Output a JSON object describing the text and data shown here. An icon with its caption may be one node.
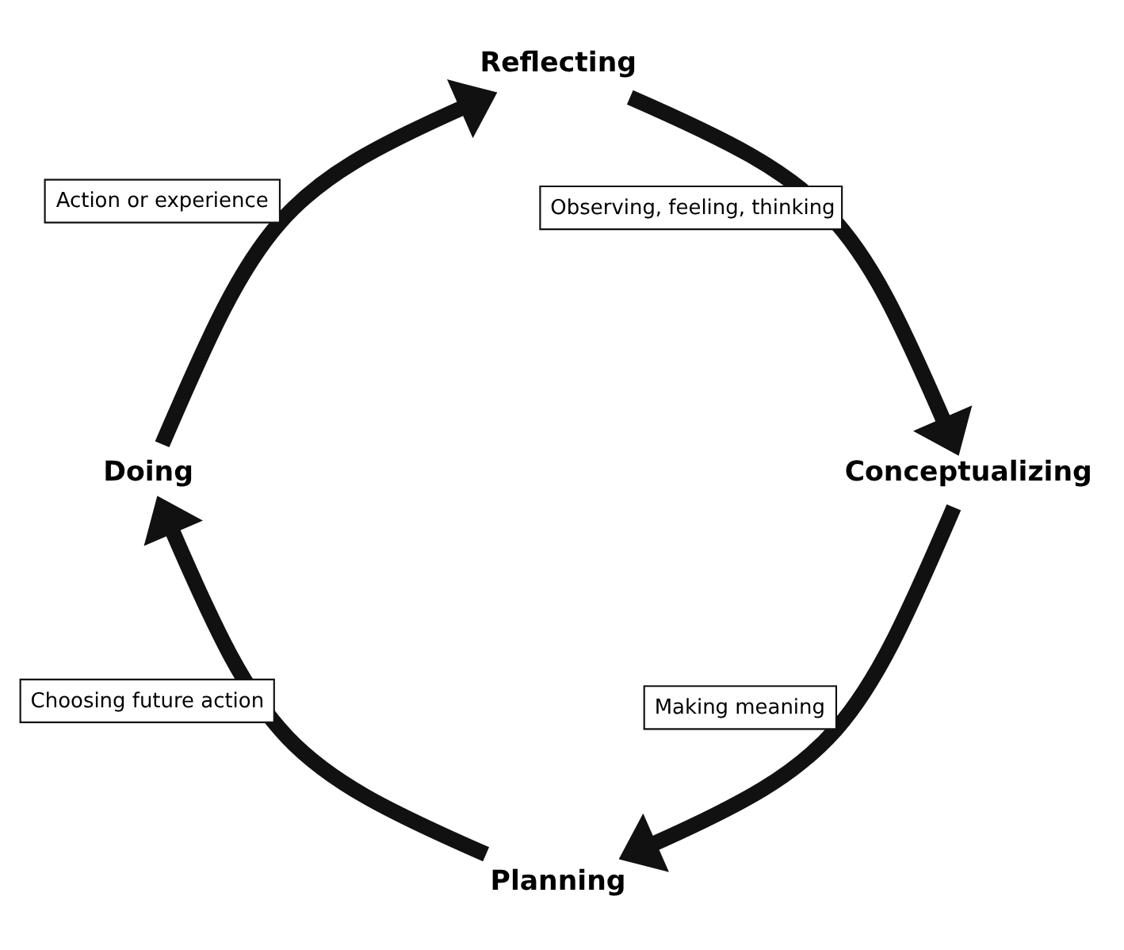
{
  "diagram": {
    "nodes": [
      {
        "text": [
          "Planning"
        ]
      },
      {
        "text": [
          "Doing"
        ]
      },
      {
        "text": [
          "Reflecting"
        ]
      },
      {
        "text": [
          "Conceptualizing"
        ]
      }
    ],
    "edges": [
      {
        "from": 0,
        "to": 1,
        "arrow": "to",
        "label": "Choosing future action"
      },
      {
        "from": 1,
        "to": 2,
        "arrow": "to",
        "label": "Action or experience"
      },
      {
        "from": 2,
        "to": 3,
        "arrow": "to",
        "label": "Observing, feeling, thinking"
      },
      {
        "from": 3,
        "to": 0,
        "arrow": "to",
        "label": "Making meaning"
      }
    ]
  }
}
